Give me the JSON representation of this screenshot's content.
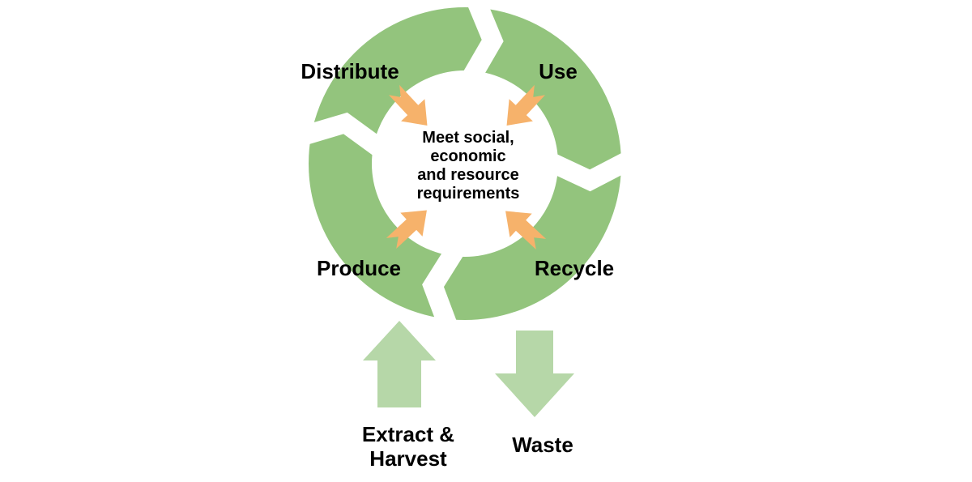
{
  "background": "#ffffff",
  "colors": {
    "ring_green": "#93c47d",
    "io_arrow_green": "#b6d7a8",
    "inner_arrow_orange": "#f6b26b",
    "label_text": "#000000"
  },
  "cycle": {
    "stages": [
      {
        "label": "Distribute"
      },
      {
        "label": "Use"
      },
      {
        "label": "Produce"
      },
      {
        "label": "Recycle"
      }
    ],
    "center_text": "Meet social,\neconomic\nand resource\nrequirements"
  },
  "io": {
    "input_label": "Extract &\nHarvest",
    "output_label": "Waste"
  }
}
